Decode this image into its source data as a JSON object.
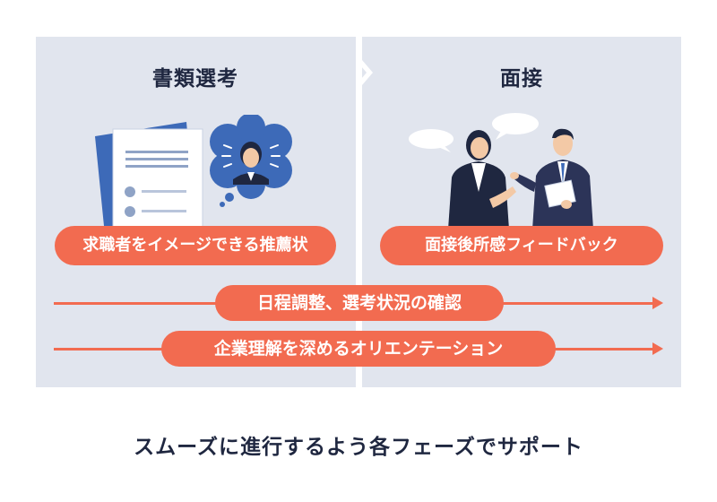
{
  "stages": [
    {
      "title": "書類選考",
      "deliverable": "求職者をイメージできる推薦状"
    },
    {
      "title": "面接",
      "deliverable": "面接後所感フィードバック"
    }
  ],
  "continuous_support": [
    "日程調整、選考状況の確認",
    "企業理解を深めるオリエンテーション"
  ],
  "caption": "スムーズに進行するよう各フェーズでサポート",
  "colors": {
    "panel_bg": "#e1e5ee",
    "accent": "#f26b50",
    "navy": "#1f2740",
    "document_blue": "#3d6ab8"
  },
  "icons": {
    "left": [
      "document-icon",
      "candidate-portrait-thought-bubble-icon"
    ],
    "right": [
      "interview-people-icon",
      "speech-bubble-icon"
    ]
  }
}
